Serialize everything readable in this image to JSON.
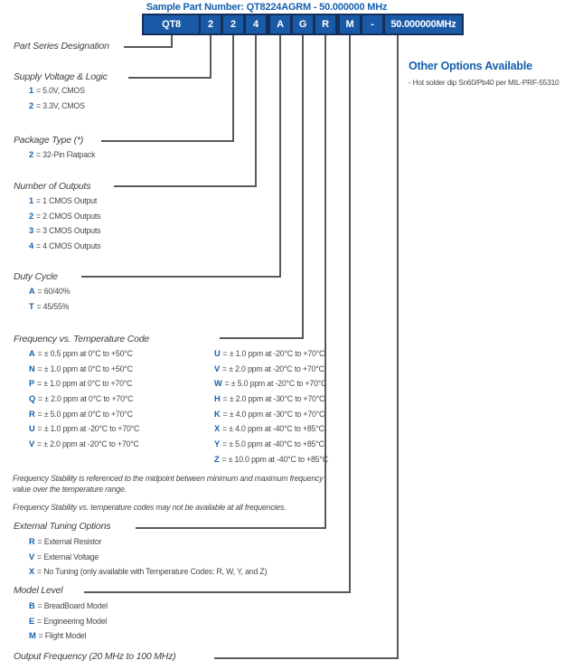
{
  "title": "Sample Part Number: QT8224AGRM - 50.000000 MHz",
  "part_table": {
    "cells": [
      "QT8",
      "2",
      "2",
      "4",
      "A",
      "G",
      "R",
      "M",
      "-",
      "50.000000MHz"
    ]
  },
  "other": {
    "heading": "Other Options Available",
    "item": "- Hot solder dip Sn60/Pb40 per MIL-PRF-55310"
  },
  "sections": {
    "part_series": {
      "title": "Part Series Designation"
    },
    "supply": {
      "title": "Supply Voltage & Logic",
      "options": [
        {
          "code": "1",
          "desc": "= 5.0V, CMOS"
        },
        {
          "code": "2",
          "desc": "= 3.3V, CMOS"
        }
      ]
    },
    "package": {
      "title": "Package Type (*)",
      "options": [
        {
          "code": "2",
          "desc": "= 32-Pin Flatpack"
        }
      ]
    },
    "outputs": {
      "title": "Number of Outputs",
      "options": [
        {
          "code": "1",
          "desc": "= 1 CMOS Output"
        },
        {
          "code": "2",
          "desc": "= 2 CMOS Outputs"
        },
        {
          "code": "3",
          "desc": "= 3 CMOS Outputs"
        },
        {
          "code": "4",
          "desc": "= 4 CMOS Outputs"
        }
      ]
    },
    "duty": {
      "title": "Duty Cycle",
      "options": [
        {
          "code": "A",
          "desc": "= 60/40%"
        },
        {
          "code": "T",
          "desc": "= 45/55%"
        }
      ]
    },
    "freq": {
      "title": "Frequency vs. Temperature Code",
      "left": [
        {
          "code": "A",
          "desc": "= ± 0.5 ppm at 0°C to +50°C"
        },
        {
          "code": "N",
          "desc": "= ± 1.0 ppm at 0°C to +50°C"
        },
        {
          "code": "P",
          "desc": "= ± 1.0 ppm at 0°C to +70°C"
        },
        {
          "code": "Q",
          "desc": "= ± 2.0 ppm at 0°C to +70°C"
        },
        {
          "code": "R",
          "desc": "= ± 5.0 ppm at 0°C to +70°C"
        },
        {
          "code": "U",
          "desc": "= ± 1.0 ppm at -20°C to +70°C"
        },
        {
          "code": "V",
          "desc": "= ± 2.0 ppm at -20°C to +70°C"
        }
      ],
      "right": [
        {
          "code": "U",
          "desc": "= ± 1.0 ppm at -20°C to +70°C"
        },
        {
          "code": "V",
          "desc": "= ± 2.0 ppm at -20°C to +70°C"
        },
        {
          "code": "W",
          "desc": "= ± 5.0 ppm at -20°C to +70°C"
        },
        {
          "code": "H",
          "desc": "= ± 2.0 ppm at -30°C to +70°C"
        },
        {
          "code": "K",
          "desc": "= ± 4.0 ppm at -30°C to +70°C"
        },
        {
          "code": "X",
          "desc": "= ± 4.0 ppm at -40°C to +85°C"
        },
        {
          "code": "Y",
          "desc": "= ± 5.0 ppm at -40°C to +85°C"
        },
        {
          "code": "Z",
          "desc": "= ± 10.0 ppm at -40°C to +85°C"
        }
      ]
    },
    "tuning": {
      "title": "External Tuning Options",
      "options": [
        {
          "code": "R",
          "desc": "= External Resistor"
        },
        {
          "code": "V",
          "desc": "= External Voltage"
        },
        {
          "code": "X",
          "desc": "= No Tuning (only available with Temperature Codes: R, W, Y, and Z)"
        }
      ]
    },
    "model": {
      "title": "Model Level",
      "options": [
        {
          "code": "B",
          "desc": "= BreadBoard Model"
        },
        {
          "code": "E",
          "desc": "= Engineering Model"
        },
        {
          "code": "M",
          "desc": "= Flight Model"
        }
      ]
    },
    "output_freq": {
      "title": "Output Frequency (20 MHz to 100 MHz)"
    }
  },
  "notes": {
    "line1": "Frequency Stability is referenced to the midpoint between minimum and maximum frequency value over the temperature range.",
    "line2": "Frequency Stability vs. temperature codes may not be available at all frequencies."
  }
}
